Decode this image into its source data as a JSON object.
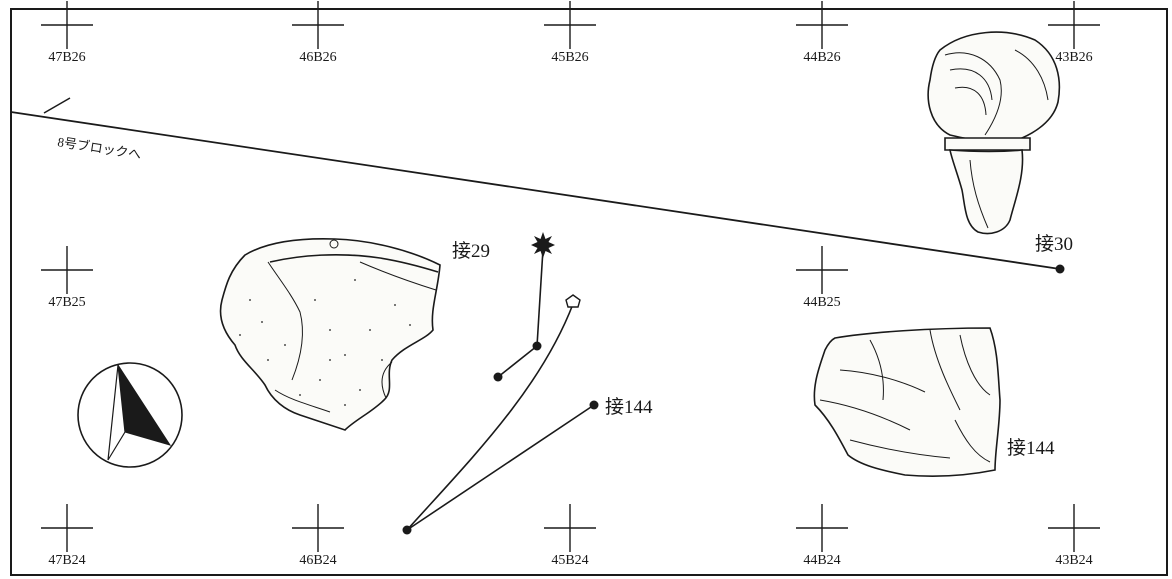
{
  "colors": {
    "ink": "#1a1a1a",
    "background": "#ffffff",
    "stone_fill": "#fbfbf8"
  },
  "grid_points": [
    {
      "label": "47B26"
    },
    {
      "label": "46B26"
    },
    {
      "label": "45B26"
    },
    {
      "label": "44B26"
    },
    {
      "label": "43B26"
    },
    {
      "label": "47B25"
    },
    {
      "label": "44B25"
    },
    {
      "label": "47B24"
    },
    {
      "label": "46B24"
    },
    {
      "label": "45B24"
    },
    {
      "label": "44B24"
    },
    {
      "label": "43B24"
    }
  ],
  "block_direction": {
    "text": "8号ブロックへ"
  },
  "joint_labels": [
    {
      "id": "j29",
      "text": "接29"
    },
    {
      "id": "j30",
      "text": "接30"
    },
    {
      "id": "j144a",
      "text": "接144"
    },
    {
      "id": "j144b",
      "text": "接144"
    }
  ],
  "artifacts": [
    {
      "id": "artifact-29",
      "joint": "接29"
    },
    {
      "id": "artifact-30",
      "joint": "接30"
    },
    {
      "id": "artifact-144",
      "joint": "接144"
    }
  ],
  "symbols": {
    "north_arrow": "north-arrow-icon",
    "star_marker": "star-burst-icon",
    "pentagon_marker": "pentagon-icon",
    "dot_marker": "dot-icon"
  }
}
